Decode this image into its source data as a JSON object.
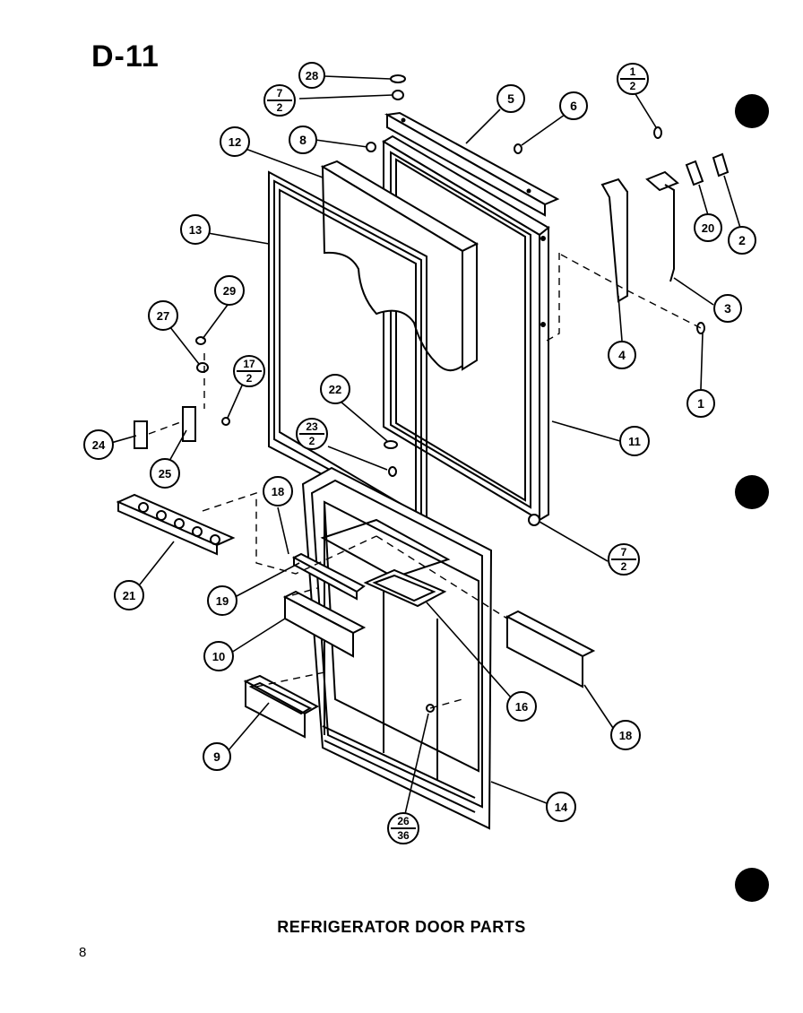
{
  "page": {
    "label": "D-11",
    "caption": "REFRIGERATOR DOOR PARTS",
    "page_number": "8"
  },
  "callouts": [
    {
      "id": "c28",
      "top": "28"
    },
    {
      "id": "c7a",
      "top": "7",
      "bottom": "2"
    },
    {
      "id": "c5",
      "top": "5"
    },
    {
      "id": "c6",
      "top": "6"
    },
    {
      "id": "c12",
      "top": "12"
    },
    {
      "id": "c8",
      "top": "8"
    },
    {
      "id": "c1a",
      "top": "1",
      "bottom": "2"
    },
    {
      "id": "c20",
      "top": "20"
    },
    {
      "id": "c2",
      "top": "2"
    },
    {
      "id": "c13",
      "top": "13"
    },
    {
      "id": "c29",
      "top": "29"
    },
    {
      "id": "c27",
      "top": "27"
    },
    {
      "id": "c3",
      "top": "3"
    },
    {
      "id": "c4",
      "top": "4"
    },
    {
      "id": "c1",
      "top": "1"
    },
    {
      "id": "c17",
      "top": "17",
      "bottom": "2"
    },
    {
      "id": "c22",
      "top": "22"
    },
    {
      "id": "c24",
      "top": "24"
    },
    {
      "id": "c25",
      "top": "25"
    },
    {
      "id": "c23",
      "top": "23",
      "bottom": "2"
    },
    {
      "id": "c11",
      "top": "11"
    },
    {
      "id": "c18a",
      "top": "18"
    },
    {
      "id": "c7b",
      "top": "7",
      "bottom": "2"
    },
    {
      "id": "c21",
      "top": "21"
    },
    {
      "id": "c19",
      "top": "19"
    },
    {
      "id": "c10",
      "top": "10"
    },
    {
      "id": "c16",
      "top": "16"
    },
    {
      "id": "c18b",
      "top": "18"
    },
    {
      "id": "c9",
      "top": "9"
    },
    {
      "id": "c14",
      "top": "14"
    },
    {
      "id": "c26",
      "top": "26",
      "bottom": "36"
    }
  ]
}
